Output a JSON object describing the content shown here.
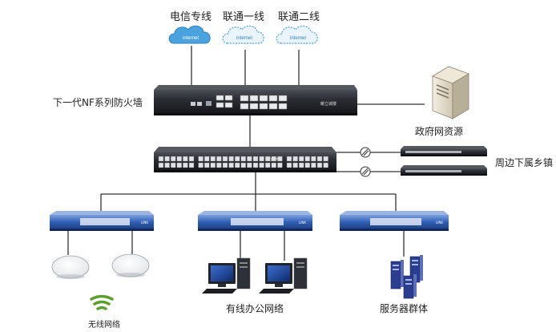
{
  "top_links": {
    "telecom": "电信专线",
    "unicom1": "联通一线",
    "unicom2": "联通二线"
  },
  "cloud_text": "internet",
  "firewall": {
    "label": "下一代NF系列防火墙",
    "brand": "暖立城楼"
  },
  "core_switch_brand": "暖立城楼",
  "gov_server": "政府网资源",
  "branch": "周边下属乡镇",
  "access_brand": "LINK",
  "groups": {
    "wireless": "无线网络",
    "office": "有线办公网络",
    "servers": "服务器群体"
  },
  "colors": {
    "cloud": "#4aa3df",
    "device_dark": "#26292e",
    "switch_blue": "#2f5fb6"
  }
}
